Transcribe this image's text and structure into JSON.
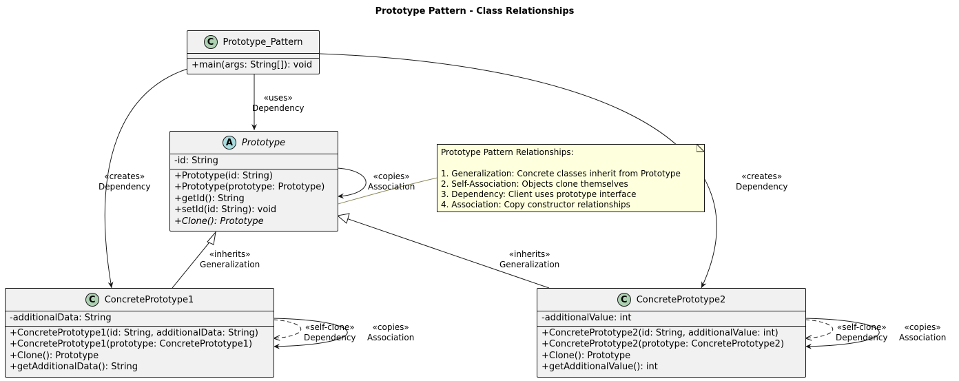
{
  "title": "Prototype Pattern - Class Relationships",
  "classes": {
    "prototype_pattern": {
      "name": "Prototype_Pattern",
      "kind_glyph": "C",
      "fields": [],
      "methods": [
        "+main(args: String[]): void"
      ]
    },
    "prototype": {
      "name": "Prototype",
      "kind_glyph": "A",
      "abstract": true,
      "fields": [
        "-id: String"
      ],
      "methods": [
        "+Prototype(id: String)",
        "+Prototype(prototype: Prototype)",
        "+getId(): String",
        "+setId(id: String): void",
        "+Clone(): Prototype"
      ]
    },
    "concrete1": {
      "name": "ConcretePrototype1",
      "kind_glyph": "C",
      "fields": [
        "-additionalData: String"
      ],
      "methods": [
        "+ConcretePrototype1(id: String, additionalData: String)",
        "+ConcretePrototype1(prototype: ConcretePrototype1)",
        "+Clone(): Prototype",
        "+getAdditionalData(): String"
      ]
    },
    "concrete2": {
      "name": "ConcretePrototype2",
      "kind_glyph": "C",
      "fields": [
        "-additionalValue: int"
      ],
      "methods": [
        "+ConcretePrototype2(id: String, additionalValue: int)",
        "+ConcretePrototype2(prototype: ConcretePrototype2)",
        "+Clone(): Prototype",
        "+getAdditionalValue(): int"
      ]
    }
  },
  "note": {
    "lines": [
      "Prototype Pattern Relationships:",
      "",
      "1. Generalization: Concrete classes inherit from Prototype",
      "2. Self-Association: Objects clone themselves",
      "3. Dependency: Client uses prototype interface",
      "4. Association: Copy constructor relationships"
    ]
  },
  "edge_labels": {
    "uses": [
      "«uses»",
      "Dependency"
    ],
    "creates_left": [
      "«creates»",
      "Dependency"
    ],
    "creates_right": [
      "«creates»",
      "Dependency"
    ],
    "copies_proto": [
      "«copies»",
      "Association"
    ],
    "inherits_left": [
      "«inherits»",
      "Generalization"
    ],
    "inherits_right": [
      "«inherits»",
      "Generalization"
    ],
    "selfclone_c1": [
      "«self-clone»",
      "Dependency"
    ],
    "copies_c1": [
      "«copies»",
      "Association"
    ],
    "selfclone_c2": [
      "«self-clone»",
      "Dependency"
    ],
    "copies_c2": [
      "«copies»",
      "Association"
    ]
  }
}
